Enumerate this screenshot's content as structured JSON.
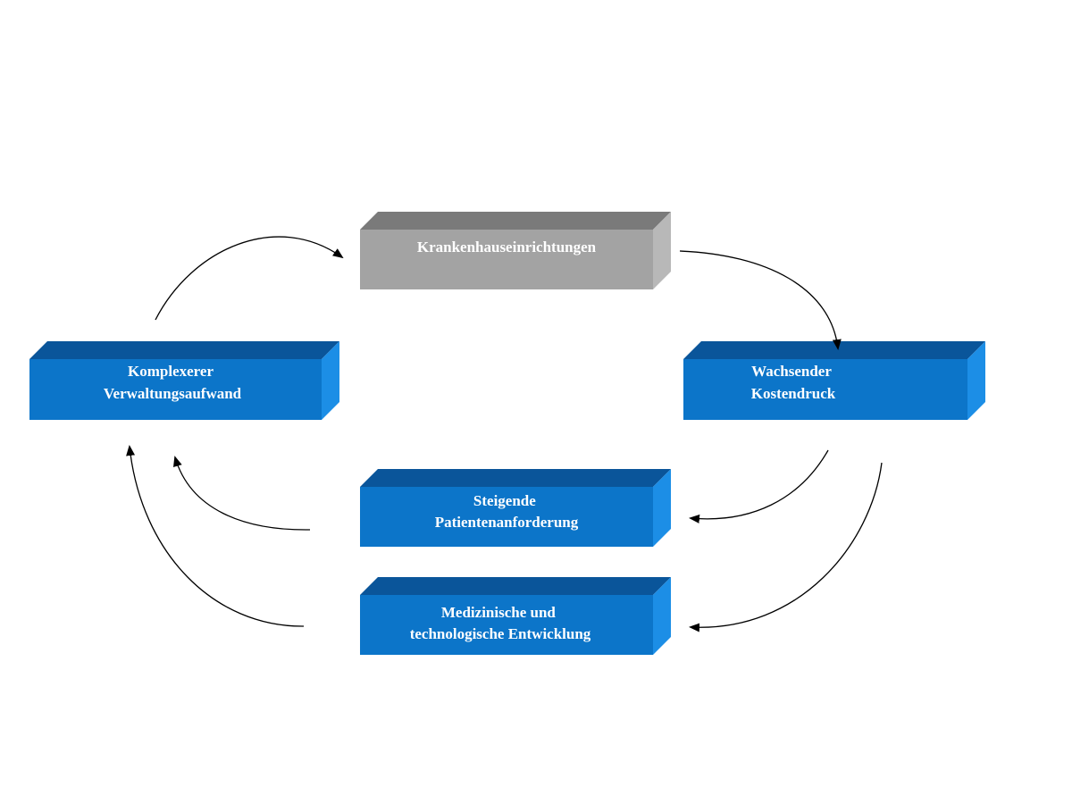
{
  "diagram": {
    "nodes": {
      "hospital_facilities": {
        "lines": [
          "Krankenhauseinrichtungen"
        ]
      },
      "admin_effort": {
        "lines": [
          "Komplexerer",
          "Verwaltungsaufwand"
        ]
      },
      "cost_pressure": {
        "lines": [
          "Wachsender",
          "Kostendruck"
        ]
      },
      "patient_demands": {
        "lines": [
          "Steigende",
          "Patientenanforderung"
        ]
      },
      "med_tech_development": {
        "lines": [
          "Medizinische und",
          "technologische Entwicklung"
        ]
      }
    },
    "colors": {
      "gray_front": "#a3a3a3",
      "gray_top": "#7a7a7a",
      "gray_side": "#b8b8b8",
      "blue_front": "#0c75c9",
      "blue_top": "#0a559a",
      "blue_side": "#1c8ee6",
      "arrow": "#000000"
    }
  }
}
